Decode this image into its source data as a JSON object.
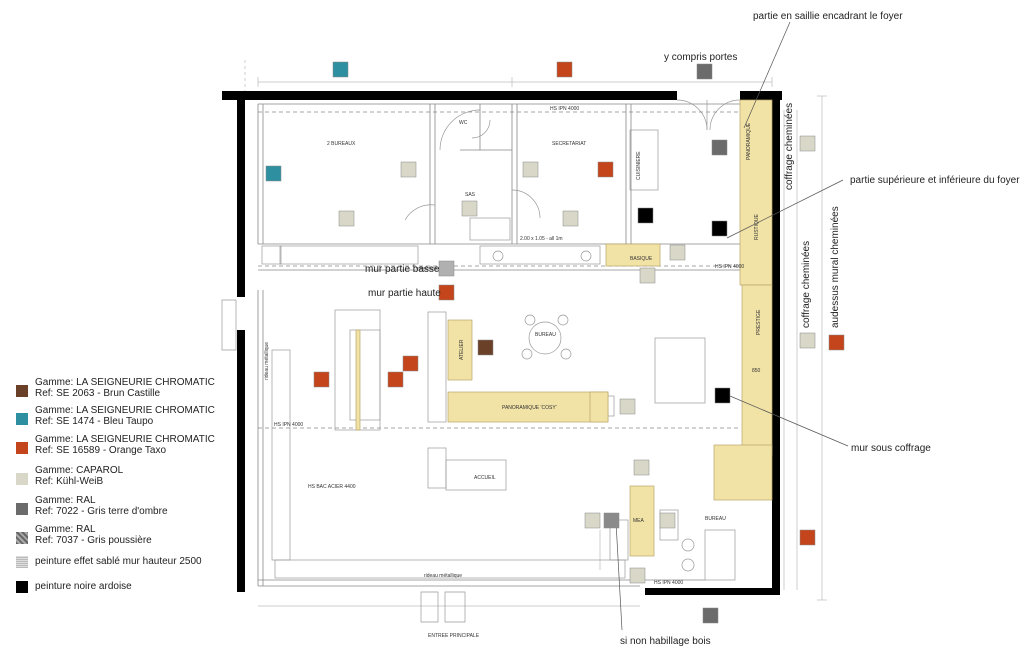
{
  "legend": [
    {
      "line1": "Gamme: LA SEIGNEURIE  CHROMATIC",
      "line2": "Ref: SE 2063 - Brun Castille",
      "color": "#6b4028",
      "swatch": "brown-swatch"
    },
    {
      "line1": "Gamme: LA SEIGNEURIE  CHROMATIC",
      "line2": "Ref: SE 1474 - Bleu Taupo",
      "color": "#2e8fa0",
      "swatch": "blue-swatch"
    },
    {
      "line1": "Gamme: LA SEIGNEURIE  CHROMATIC",
      "line2": "Ref: SE 16589 -  Orange Taxo",
      "color": "#c4451c",
      "swatch": "orange-swatch"
    },
    {
      "line1": "Gamme: CAPAROL",
      "line2": "Ref: Kühl-WeiB",
      "color": "#d8d7c8",
      "swatch": "white-swatch"
    },
    {
      "line1": "Gamme: RAL",
      "line2": "Ref: 7022 - Gris terre d'ombre",
      "color": "#6b6b6b",
      "swatch": "dark-grey-swatch"
    },
    {
      "line1": "Gamme: RAL",
      "line2": "Ref: 7037 - Gris poussière",
      "color": "#8a8a8a",
      "swatch": "hatched-grey-swatch"
    },
    {
      "line1": "peinture effet sablé mur hauteur 2500",
      "line2": "",
      "color": "#c8c8c8",
      "swatch": "sand-swatch"
    },
    {
      "line1": "peinture noire ardoise",
      "line2": "",
      "color": "#000000",
      "swatch": "black-swatch"
    }
  ],
  "callouts": {
    "saillie": "partie en saillie encadrant le foyer",
    "portes": "y compris portes",
    "foyer": "partie supérieure et inférieure du foyer",
    "mur_basse": "mur partie basse",
    "mur_haute": "mur partie haute",
    "sous_coffrage": "mur sous coffrage",
    "habillage": "si non habillage bois",
    "coffrage_1": "coffrage cheminées",
    "coffrage_2": "coffrage cheminées",
    "audessus": "audessus mural cheminées"
  },
  "plan": {
    "rooms": {
      "bureaux": "2 BUREAUX",
      "wc": "WC",
      "sas": "SAS",
      "secretariat": "SECRETARIAT",
      "bureau_round": "BUREAU",
      "accueil": "ACCUEIL",
      "bureau_br": "BUREAU",
      "entree": "ENTREE PRINCIPALE"
    },
    "notes": {
      "hs_ipn_top": "HS IPN 4000",
      "hs_ipn_mid": "HS IPN 4000",
      "hs_ipn_left": "HS IPN 4000",
      "hs_bac": "HS BAC ACIER 4400",
      "hs_ipn_bottom": "HS IPN 4000",
      "dims": "2.00 x 1.05 - all 1m",
      "rideau_bottom": "rideau métallique",
      "rideau_left": "rideau métallique",
      "panoramique_1": "PANORAMIQUE",
      "panoramique_2": "PANORAMIQUE 'COSY'",
      "basique": "BASIQUE",
      "cuisine": "CUISINIERE",
      "ateliers": "ATELIER",
      "rustique": "RUSTIQUE",
      "prestige": "PRESTIGE",
      "mea": "MEA",
      "dim_850": "850"
    }
  }
}
